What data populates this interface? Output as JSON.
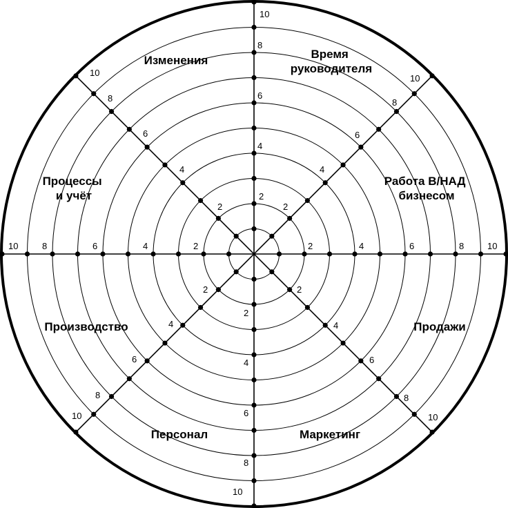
{
  "wheel": {
    "scale": {
      "min": 0,
      "max": 10,
      "rings": 10
    },
    "axis_ticks": {
      "top": [
        "2",
        "4",
        "6",
        "8",
        "10"
      ],
      "bottom": [
        "2",
        "4",
        "6",
        "8",
        "10"
      ],
      "left": [
        "2",
        "4",
        "6",
        "8",
        "10"
      ],
      "right": [
        "2",
        "4",
        "6",
        "8",
        "10"
      ],
      "upper_left": [
        "2",
        "4",
        "6",
        "8",
        "10"
      ],
      "upper_right": [
        "2",
        "4",
        "6",
        "8",
        "10"
      ],
      "lower_left": [
        "2",
        "4",
        "6",
        "8",
        "10"
      ],
      "lower_right": [
        "2",
        "4",
        "6",
        "8",
        "10"
      ]
    },
    "sectors": [
      {
        "id": "changes",
        "lines": [
          "Изменения"
        ]
      },
      {
        "id": "manager-time",
        "lines": [
          "Время",
          "руководителя"
        ]
      },
      {
        "id": "work-on-business",
        "lines": [
          "Работа В/НАД",
          "бизнесом"
        ]
      },
      {
        "id": "sales",
        "lines": [
          "Продажи"
        ]
      },
      {
        "id": "marketing",
        "lines": [
          "Маркетинг"
        ]
      },
      {
        "id": "staff",
        "lines": [
          "Персонал"
        ]
      },
      {
        "id": "production",
        "lines": [
          "Производство"
        ]
      },
      {
        "id": "processes",
        "lines": [
          "Процессы",
          "и учёт"
        ]
      }
    ]
  }
}
